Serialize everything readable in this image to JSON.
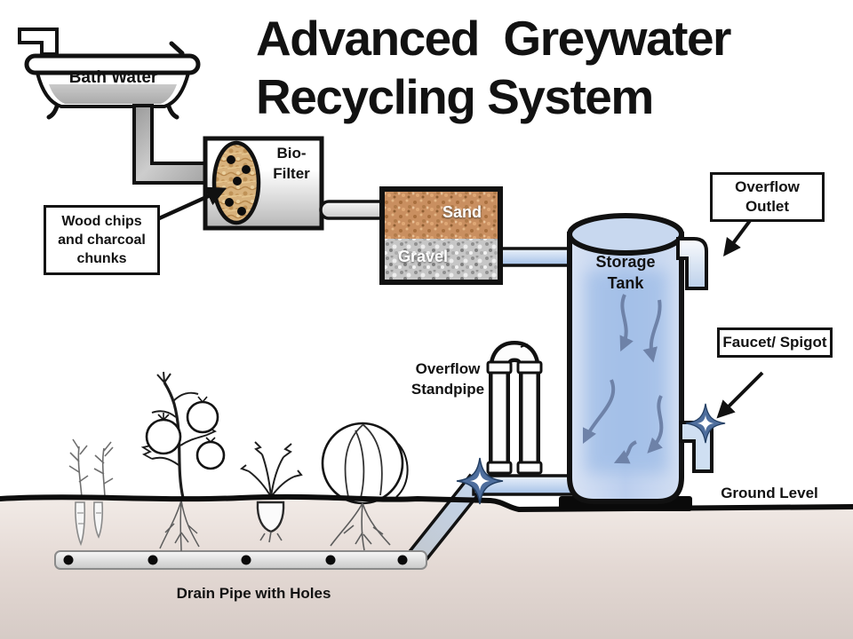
{
  "title": {
    "line1": "Advanced  Greywater",
    "line2": "Recycling System"
  },
  "components": {
    "bathtub": {
      "label": "Bath Water"
    },
    "biofilter": {
      "label_line1": "Bio-",
      "label_line2": "Filter"
    },
    "woodchips_note": {
      "line1": "Wood chips",
      "line2": "and",
      "line3": "charcoal",
      "line4": "chunks"
    },
    "filter_box": {
      "sand_label": "Sand",
      "gravel_label": "Gravel"
    },
    "storage_tank": {
      "label_line1": "Storage",
      "label_line2": "Tank"
    },
    "overflow_outlet_note": {
      "line1": "Overflow",
      "line2": "Outlet"
    },
    "faucet_note": {
      "line1": "Faucet/",
      "line2": "Spigot"
    },
    "standpipe": {
      "label_line1": "Overflow",
      "label_line2": "Standpipe"
    },
    "ground": {
      "label": "Ground Level"
    },
    "drain_pipe": {
      "label": "Drain Pipe with Holes"
    }
  },
  "colors": {
    "outline": "#000000",
    "grey_water": "#bdbdbd",
    "grey_pipe": "#b3b3b3",
    "sand": "#c98f60",
    "gravel": "#c2c2c2",
    "wood_chips": "#d9b37e",
    "tank_water_blue": "#b9cdec",
    "pipe_blue": "#c8d9f0",
    "flow_arrow_blue": "#6e82a8",
    "soil": "#ddd2cd"
  }
}
